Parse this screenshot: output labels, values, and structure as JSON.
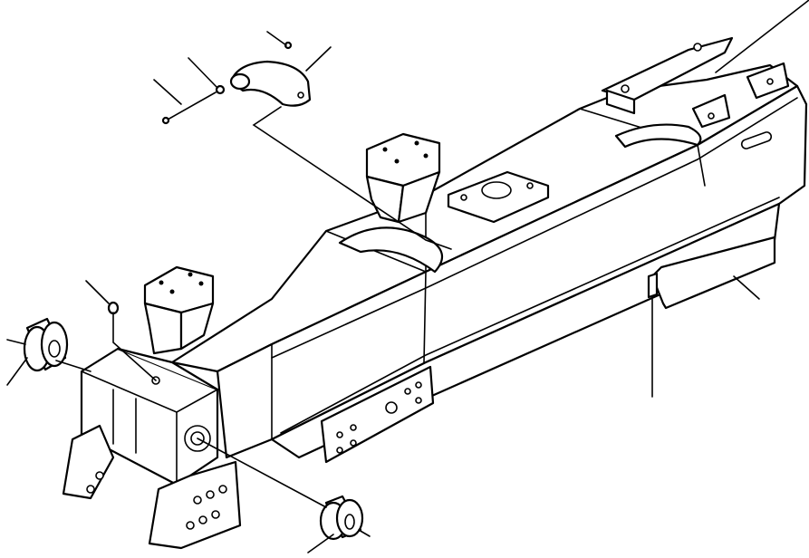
{
  "diagram": {
    "parts": [
      {
        "name": "main-frame"
      },
      {
        "name": "rear-cross-member"
      },
      {
        "name": "front-mount-pad"
      },
      {
        "name": "mid-mount-pad"
      },
      {
        "name": "hitch-bracket"
      },
      {
        "name": "side-plate"
      },
      {
        "name": "lower-guard-plate"
      },
      {
        "name": "bushing-left"
      },
      {
        "name": "bushing-bottom"
      },
      {
        "name": "nut"
      },
      {
        "name": "bolt"
      },
      {
        "name": "washer"
      },
      {
        "name": "cotter-pin"
      },
      {
        "name": "clamp-bracket"
      }
    ]
  }
}
